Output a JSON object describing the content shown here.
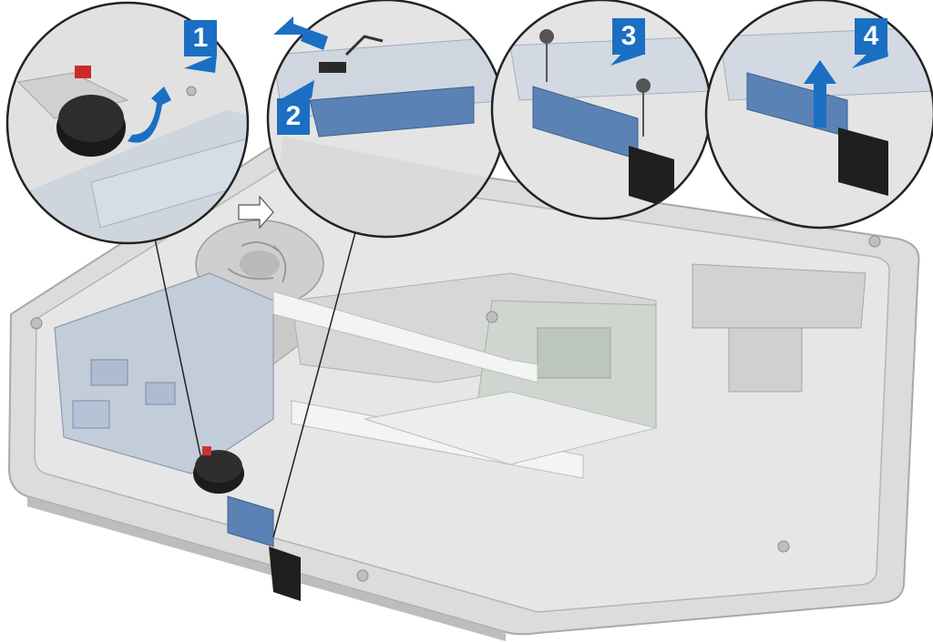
{
  "steps": [
    {
      "label": "1"
    },
    {
      "label": "2"
    },
    {
      "label": "3"
    },
    {
      "label": "4"
    }
  ],
  "colors": {
    "badge": "#1a6fc2",
    "arrow": "#1a6fc2",
    "board": "#5b82b4",
    "chassis": "#d6d6d6",
    "chassis_edge": "#a9a9a9",
    "callout_ring": "#222222",
    "coin_cell": "#1c1c1c",
    "gasket": "#1f1f1f"
  },
  "icons": {
    "coin_cell": "coin-cell-battery-icon",
    "screw": "screw-icon",
    "direction": "direction-arrow-icon"
  }
}
